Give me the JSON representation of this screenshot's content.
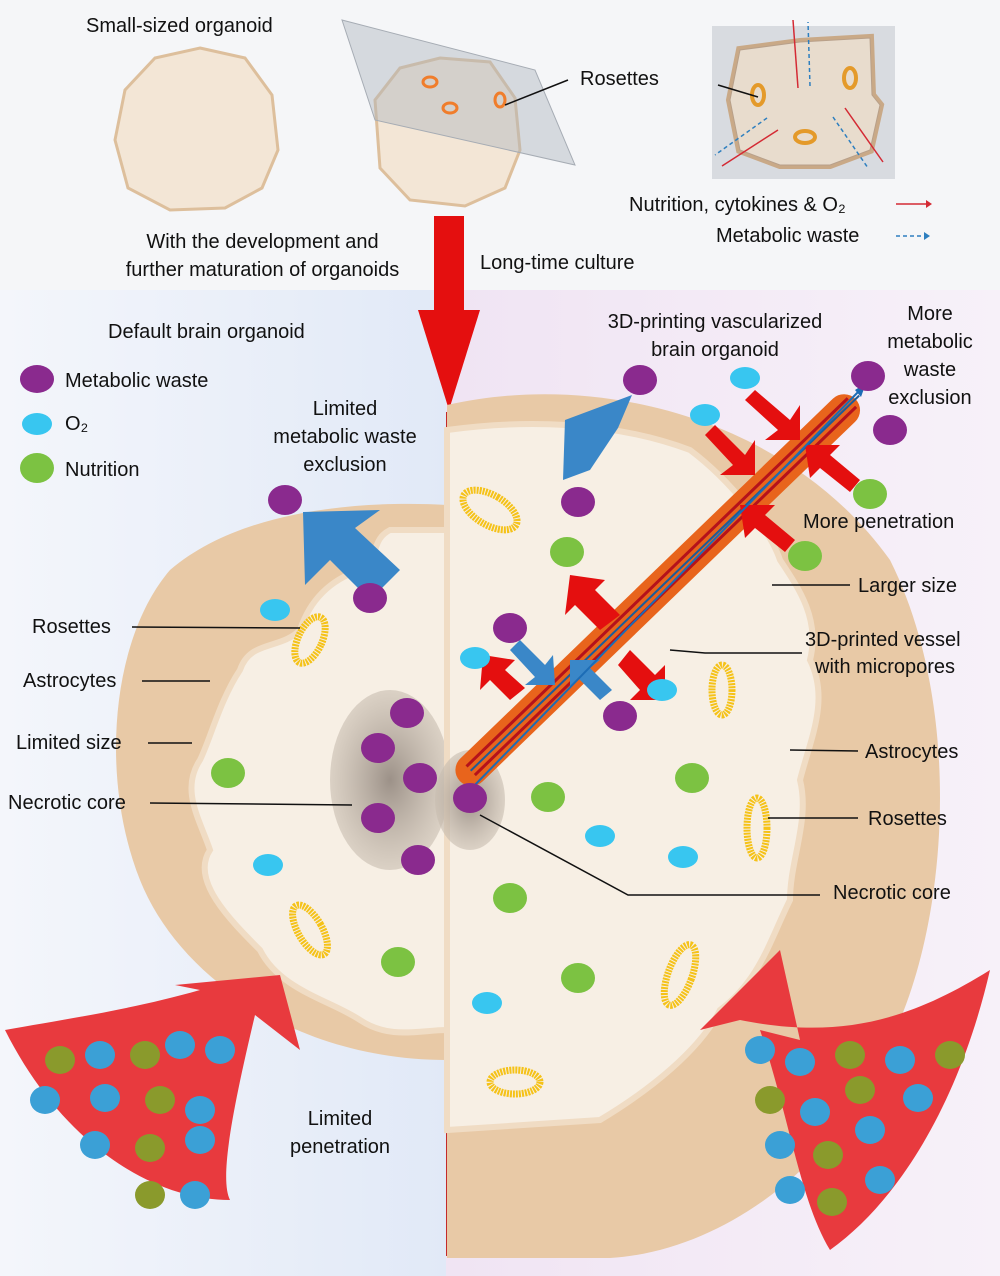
{
  "top": {
    "small_organoid_label": "Small-sized organoid",
    "rosettes_label": "Rosettes",
    "development_line1": "With the development and",
    "development_line2": "further maturation of organoids",
    "culture_label": "Long-time culture",
    "legend_nutrition": "Nutrition, cytokines & O₂",
    "legend_waste": "Metabolic waste"
  },
  "left": {
    "title": "Default brain organoid",
    "legend": [
      {
        "label": "Metabolic waste",
        "color": "#8a2a8e"
      },
      {
        "label": "O₂",
        "color": "#38c6f0"
      },
      {
        "label": "Nutrition",
        "color": "#7cc242"
      }
    ],
    "exclusion_line1": "Limited",
    "exclusion_line2": "metabolic waste",
    "exclusion_line3": "exclusion",
    "rosettes": "Rosettes",
    "astrocytes": "Astrocytes",
    "limited_size": "Limited size",
    "necrotic_core": "Necrotic core",
    "penetration_line1": "Limited",
    "penetration_line2": "penetration"
  },
  "right": {
    "title_line1": "3D-printing vascularized",
    "title_line2": "brain organoid",
    "exclusion_line1": "More",
    "exclusion_line2": "metabolic",
    "exclusion_line3": "waste",
    "exclusion_line4": "exclusion",
    "more_penetration": "More penetration",
    "larger_size": "Larger size",
    "vessel_line1": "3D-printed vessel",
    "vessel_line2": "with micropores",
    "astrocytes": "Astrocytes",
    "rosettes": "Rosettes",
    "necrotic_core": "Necrotic core"
  },
  "colors": {
    "waste": "#8a2a8e",
    "oxygen": "#38c6f0",
    "nutrition": "#7cc242",
    "arrow_red": "#e8232b",
    "arrow_blue": "#3a87c8",
    "tissue": "#e8c9a6",
    "inner": "#f7efe4",
    "vessel": "#e8641c"
  }
}
